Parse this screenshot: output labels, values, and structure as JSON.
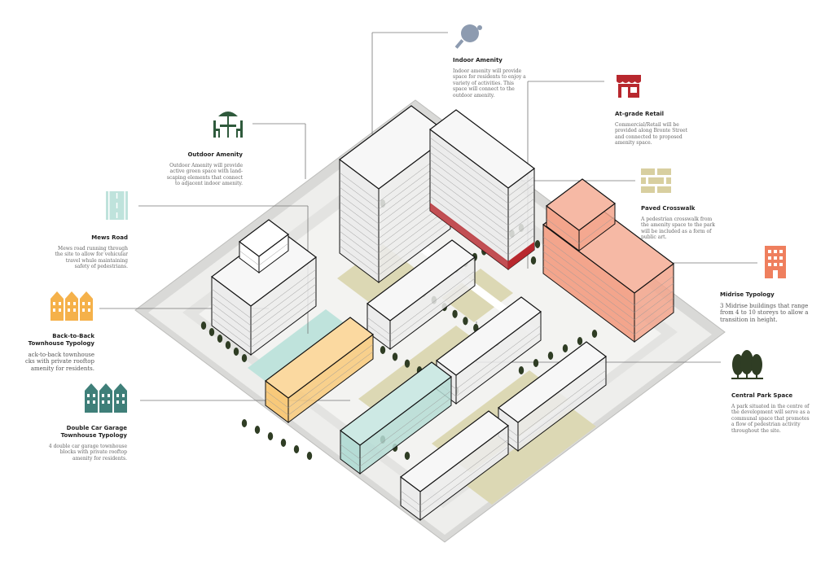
{
  "callouts": {
    "indoor_amenity": {
      "icon": "ping-pong-icon",
      "title": "Indoor Amenity",
      "lines": [
        "Indoor amenity will provide",
        "space for residents to enjoy a",
        "variety of activities. This",
        "space will connect to the",
        "outdoor amenity."
      ]
    },
    "retail": {
      "icon": "storefront-icon",
      "title": "At-grade Retail",
      "lines": [
        "Commercial/Retail will be",
        "provided along Bronte Street",
        "and connected to proposed",
        "amenity space."
      ]
    },
    "crosswalk": {
      "icon": "bricks-icon",
      "title": "Paved Crosswalk",
      "lines": [
        "A pedestrian crosswalk from",
        "the amenity space to the park",
        "will be included as a form of",
        "public art."
      ]
    },
    "midrise": {
      "icon": "midrise-building-icon",
      "title": "Midrise Typology",
      "lines": [
        "3 Midrise buildings that range",
        "from 4 to 10 storeys to allow a",
        "transition in height."
      ]
    },
    "park": {
      "icon": "trees-icon",
      "title": "Central Park Space",
      "lines": [
        "A park situated in the centre of",
        "the development will serve as a",
        "communal space that promotes",
        "a flow of pedestrian activity",
        "throughout the site."
      ]
    },
    "outdoor_amenity": {
      "icon": "patio-table-icon",
      "title": "Outdoor Amenity",
      "lines": [
        "Outdoor Amenity will provide",
        "active green space with land-",
        "scaping elements that connect",
        "to adjacent indoor amenity."
      ]
    },
    "mews": {
      "icon": "road-icon",
      "title": "Mews Road",
      "lines": [
        "Mews road running through",
        "the site to allow for vehicular",
        "travel whule maintaining",
        "safety of pedestrians."
      ]
    },
    "back_to_back": {
      "icon": "townhouse-icon",
      "title_1": "Back-to-Back",
      "title_2": "Townhouse Typology",
      "lines": [
        "ack-to-back townhouse",
        "cks with private rooftop",
        "amenity for residents."
      ]
    },
    "double_garage": {
      "icon": "townhouse-icon",
      "title_1": "Double Car Garage",
      "title_2": "Townhouse Typology",
      "lines": [
        "4 double car garage townhouse",
        "blocks with private rooftop",
        "amenity for residents."
      ]
    }
  },
  "colors": {
    "back_to_back": "#f5b14a",
    "double_garage": "#3f7f79",
    "mews": "#bfe3dc",
    "midrise": "#ef7f5e",
    "retail": "#b8282e",
    "park": "#2f3d24",
    "crosswalk": "#d8cfa0",
    "indoor": "#8d9bb0"
  }
}
